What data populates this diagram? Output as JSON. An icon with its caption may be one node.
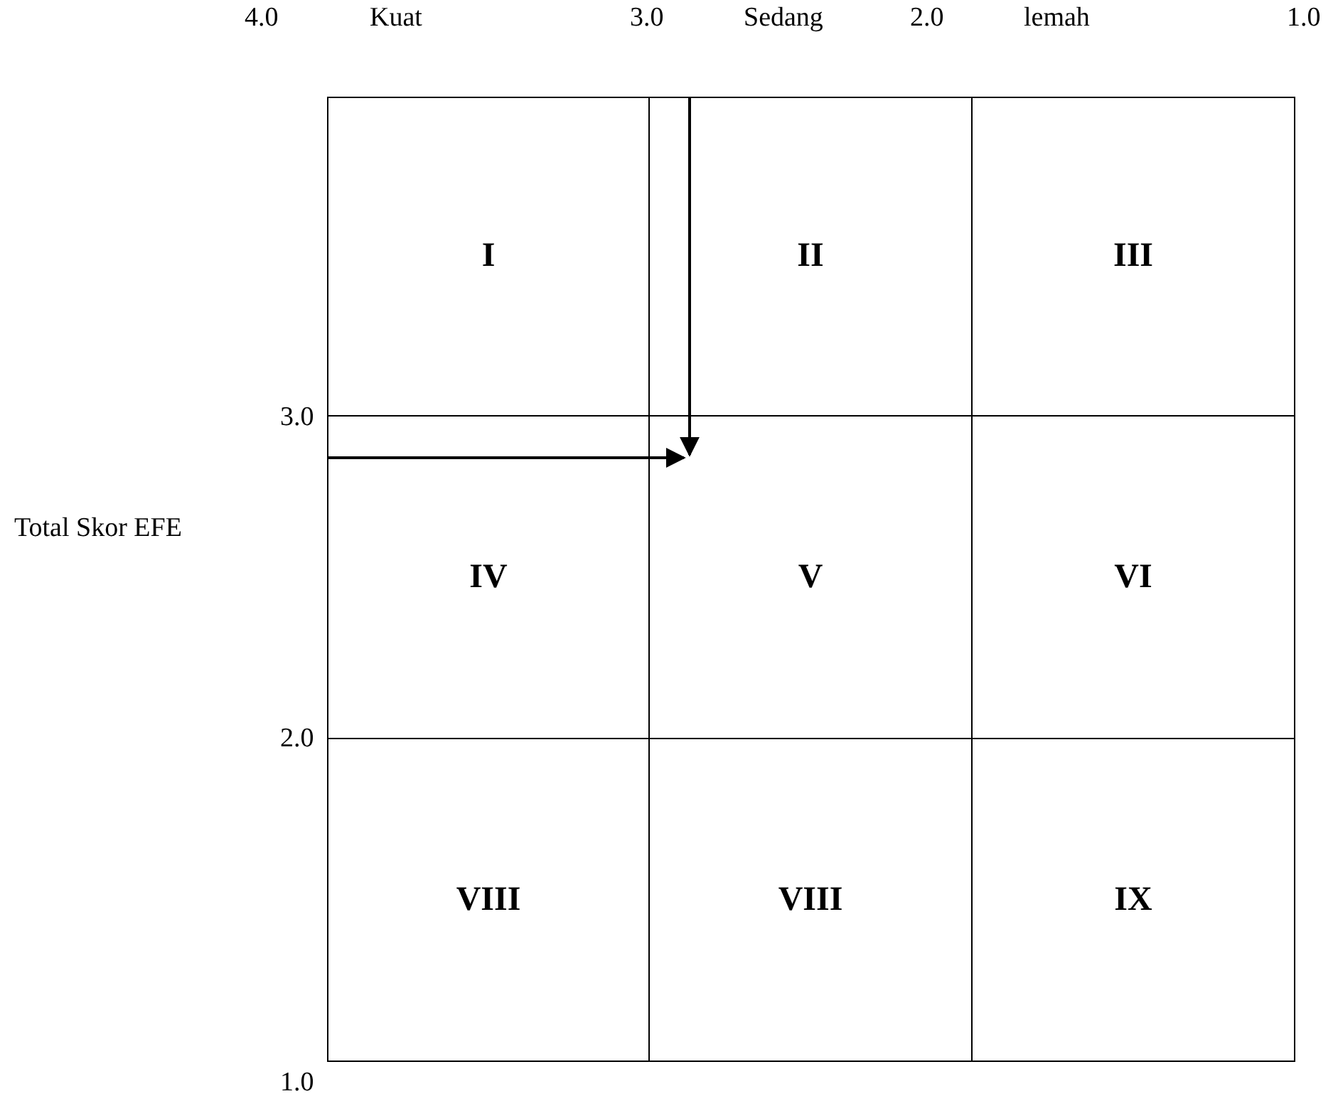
{
  "diagram": {
    "nodes": [
      {
        "text": [
          "I"
        ]
      },
      {
        "text": [
          "II"
        ]
      },
      {
        "text": [
          "III"
        ]
      },
      {
        "text": [
          "IV"
        ]
      },
      {
        "text": [
          "V"
        ]
      },
      {
        "text": [
          "VI"
        ]
      },
      {
        "text": [
          "VIII"
        ]
      },
      {
        "text": [
          "VIII"
        ]
      },
      {
        "text": [
          "IX"
        ]
      }
    ],
    "edges": [
      {
        "from": 1,
        "to": 4,
        "arrow": "to"
      },
      {
        "from": 3,
        "to": 4,
        "arrow": "to"
      }
    ],
    "labels": [
      "4.0",
      "Kuat",
      "3.0",
      "Sedang",
      "2.0",
      "lemah",
      "1.0",
      "3.0",
      "Total Skor EFE",
      "2.0",
      "1.0"
    ]
  }
}
